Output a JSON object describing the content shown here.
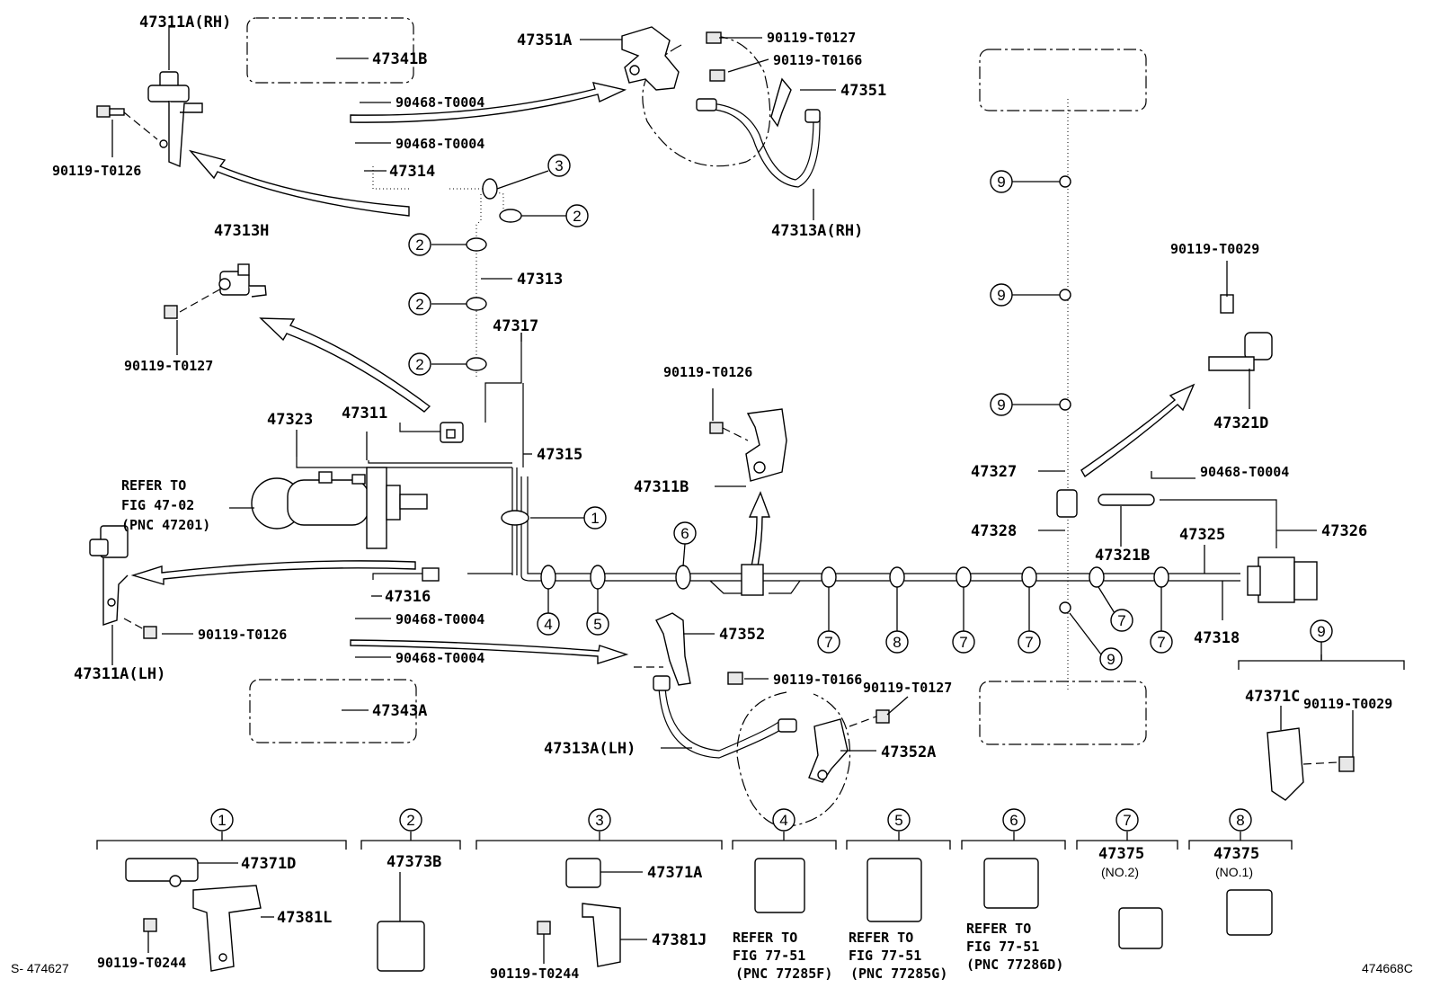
{
  "diagram": {
    "labels": {
      "p47311a_rh": "47311A(RH)",
      "p47341b": "47341B",
      "p90468_a": "90468-T0004",
      "p90468_b": "90468-T0004",
      "p47314": "47314",
      "p90119_t0126_a": "90119-T0126",
      "p47351a": "47351A",
      "p90119_t0127_a": "90119-T0127",
      "p90119_t0166_a": "90119-T0166",
      "p47351": "47351",
      "p47313a_rh": "47313A(RH)",
      "p47313h": "47313H",
      "p90119_t0127_b": "90119-T0127",
      "p47313": "47313",
      "p47317": "47317",
      "p47323": "47323",
      "p47311": "47311",
      "p47315": "47315",
      "refer1_l1": "REFER TO",
      "refer1_l2": "FIG 47-02",
      "refer1_l3": "(PNC 47201)",
      "p90119_t0126_b": "90119-T0126",
      "p47311b": "47311B",
      "p47316": "47316",
      "p90468_c": "90468-T0004",
      "p90468_d": "90468-T0004",
      "p90119_t0126_c": "90119-T0126",
      "p47311a_lh": "47311A(LH)",
      "p47343a": "47343A",
      "p47352": "47352",
      "p90119_t0166_b": "90119-T0166",
      "p90119_t0127_c": "90119-T0127",
      "p47313a_lh": "47313A(LH)",
      "p47352a": "47352A",
      "p90119_t0029_a": "90119-T0029",
      "p47321d": "47321D",
      "p90468_e": "90468-T0004",
      "p47327": "47327",
      "p47328": "47328",
      "p47321b": "47321B",
      "p47325": "47325",
      "p47326": "47326",
      "p47318": "47318",
      "p47371c": "47371C",
      "p90119_t0029_b": "90119-T0029",
      "p47371d": "47371D",
      "p47381l": "47381L",
      "p90119_t0244_a": "90119-T0244",
      "p47373b": "47373B",
      "p47371a": "47371A",
      "p47381j": "47381J",
      "p90119_t0244_b": "90119-T0244",
      "refer4_l1": "REFER TO",
      "refer4_l2": "FIG 77-51",
      "refer4_l3": "(PNC 77285F)",
      "refer5_l1": "REFER TO",
      "refer5_l2": "FIG 77-51",
      "refer5_l3": "(PNC 77285G)",
      "refer6_l1": "REFER TO",
      "refer6_l2": "FIG 77-51",
      "refer6_l3": "(PNC 77286D)",
      "p47375_a": "47375",
      "p47375_a_sub": "(NO.2)",
      "p47375_b": "47375",
      "p47375_b_sub": "(NO.1)",
      "corner_left": "S- 474627",
      "corner_right": "474668C"
    },
    "callouts": [
      "1",
      "2",
      "3",
      "4",
      "5",
      "6",
      "7",
      "8",
      "9"
    ]
  }
}
